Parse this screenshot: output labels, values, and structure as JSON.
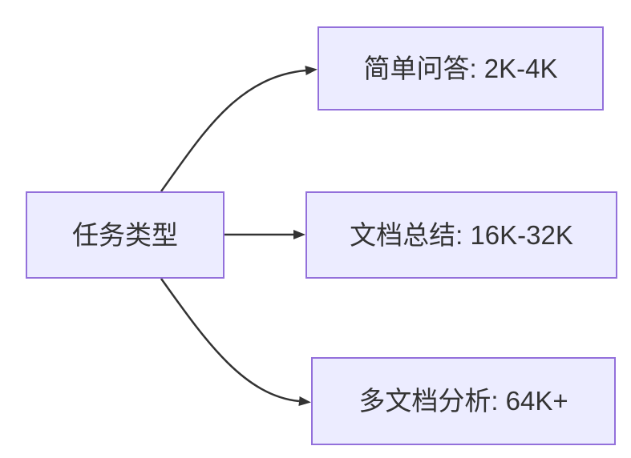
{
  "diagram": {
    "type": "flowchart",
    "direction": "LR",
    "root": {
      "id": "task-type",
      "label": "任务类型"
    },
    "branches": [
      {
        "id": "simple-qa",
        "label": "简单问答: 2K-4K"
      },
      {
        "id": "doc-summary",
        "label": "文档总结: 16K-32K"
      },
      {
        "id": "multi-doc-analysis",
        "label": "多文档分析: 64K+"
      }
    ],
    "edges": [
      {
        "from": "task-type",
        "to": "simple-qa"
      },
      {
        "from": "task-type",
        "to": "doc-summary"
      },
      {
        "from": "task-type",
        "to": "multi-doc-analysis"
      }
    ],
    "colors": {
      "background": "#FFFFFF",
      "node_fill": "#ECECFF",
      "node_border": "#9370DB",
      "edge_stroke": "#333333",
      "text": "#333333"
    }
  }
}
